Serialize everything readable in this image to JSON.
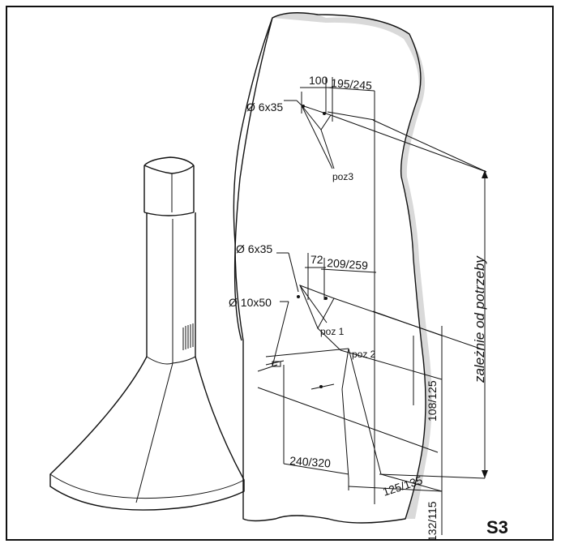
{
  "labels": {
    "bracket_a_dia": "Ø 6x35",
    "bracket_a_w": "100",
    "bracket_a_h": "195/245",
    "bracket_a_pos": "poz3",
    "bracket_b_dia": "Ø 6x35",
    "bracket_b_w": "72",
    "bracket_b_h": "209/259",
    "bracket_c_dia": "Ø 10x50",
    "pos1": "poz 1",
    "pos2": "poz 2",
    "side_height": "zależnie od potrzeby",
    "dim_108": "108/125",
    "dim_240": "240/320",
    "dim_125": "125/135",
    "dim_132": "132/115",
    "sheet_code": "S3"
  }
}
